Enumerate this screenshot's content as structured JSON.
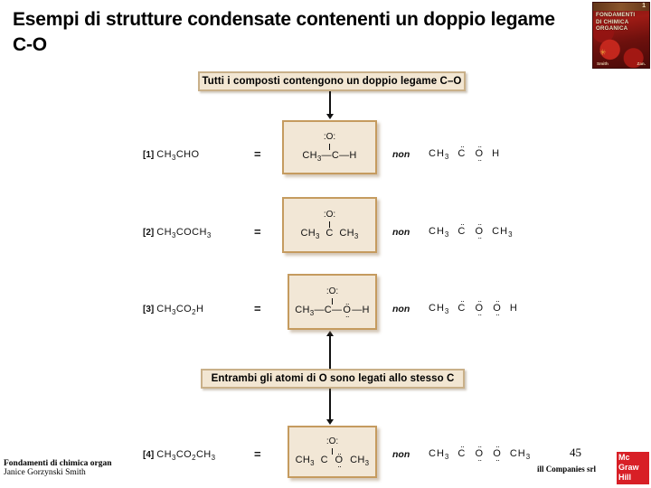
{
  "slide": {
    "title": "Esempi di strutture condensate contenenti un doppio legame C-O",
    "page_number": "45"
  },
  "book_cover": {
    "chapter_number": "1",
    "title_line1": "FONDAMENTI",
    "title_line2": "DI CHIMICA",
    "title_line3": "ORGANICA",
    "foot_left": "Smith",
    "foot_right": "Zan."
  },
  "banners": {
    "top": "Tutti i composti contengono un doppio legame C–O",
    "bottom": "Entrambi gli atomi di O sono legati allo stesso C"
  },
  "rows": [
    {
      "index": "[1]",
      "formula_html": "CH<sub>3</sub>CHO",
      "equals": "=",
      "boxed": {
        "top_atom": ":O:",
        "chain": "CH<sub>3</sub>—C—H"
      },
      "non_label": "non",
      "wrong": "CH3 C O H"
    },
    {
      "index": "[2]",
      "formula_html": "CH<sub>3</sub>COCH<sub>3</sub>",
      "equals": "=",
      "boxed": {
        "top_atom": ":O:",
        "chain": "CH3  C  CH3"
      },
      "non_label": "non",
      "wrong": "CH3 C O CH3"
    },
    {
      "index": "[3]",
      "formula_html": "CH<sub>3</sub>CO<sub>2</sub>H",
      "equals": "=",
      "boxed": {
        "top_atom": ":O:",
        "chain": "CH3—C—O—H"
      },
      "non_label": "non",
      "wrong": "CH3 C O O H"
    },
    {
      "index": "[4]",
      "formula_html": "CH<sub>3</sub>CO<sub>2</sub>CH<sub>3</sub>",
      "equals": "=",
      "boxed": {
        "top_atom": ":O:",
        "chain": "CH3  C  O  CH3"
      },
      "non_label": "non",
      "wrong": "CH3 C O O CH3"
    }
  ],
  "footer": {
    "book_title": "Fondamenti di chimica organ",
    "author": "Janice Gorzynski Smith",
    "publisher": "ill Companies srl",
    "logo_line1": "Mc",
    "logo_line2": "Graw",
    "logo_line3": "Hill"
  },
  "colors": {
    "box_fill": "#f2e7d6",
    "box_border": "#c59b5f",
    "banner_fill": "#f2e6d2",
    "banner_border": "#c9b089",
    "logo_red": "#d81f26"
  }
}
